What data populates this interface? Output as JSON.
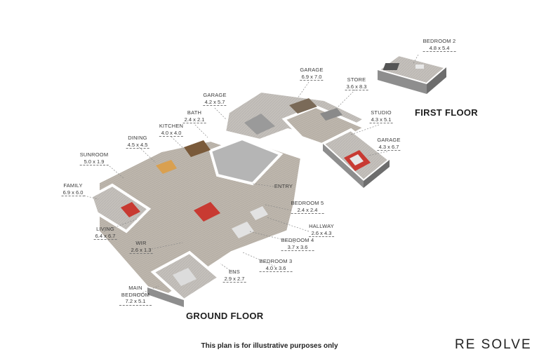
{
  "rooms": [
    {
      "name": "BEDROOM 2",
      "dims": "4.8 x 5.4"
    },
    {
      "name": "GARAGE",
      "dims": "6.9 x 7.0"
    },
    {
      "name": "STORE",
      "dims": "3.6 x 8.3"
    },
    {
      "name": "GARAGE",
      "dims": "4.2 x 5.7"
    },
    {
      "name": "BATH",
      "dims": "2.4 x 2.1"
    },
    {
      "name": "KITCHEN",
      "dims": "4.0 x 4.0"
    },
    {
      "name": "DINING",
      "dims": "4.5 x 4.5"
    },
    {
      "name": "STUDIO",
      "dims": "4.3 x 5.1"
    },
    {
      "name": "GARAGE",
      "dims": "4.3 x 6.7"
    },
    {
      "name": "SUNROOM",
      "dims": "5.0 x 1.9"
    },
    {
      "name": "FAMILY",
      "dims": "6.9 x 6.0"
    },
    {
      "name": "ENTRY",
      "dims": ""
    },
    {
      "name": "BEDROOM 5",
      "dims": "2.4 x 2.4"
    },
    {
      "name": "HALLWAY",
      "dims": "2.6 x 4.3"
    },
    {
      "name": "LIVING",
      "dims": "6.4 x 6.7"
    },
    {
      "name": "BEDROOM 4",
      "dims": "3.7 x 3.6"
    },
    {
      "name": "WIR",
      "dims": "2.6 x 1.3"
    },
    {
      "name": "BEDROOM 3",
      "dims": "4.0 x 3.6"
    },
    {
      "name": "ENS",
      "dims": "2.9 x 2.7"
    },
    {
      "name": "MAIN BEDROOM",
      "dims": "7.2 x 5.1"
    }
  ],
  "floors": {
    "first": "FIRST FLOOR",
    "ground": "GROUND FLOOR"
  },
  "disclaimer": "This plan is for illustrative purposes only",
  "brand": {
    "logo_text": "RE SOLVE",
    "colors": {
      "wall": "#ffffff",
      "floor": "#bcbcbc",
      "floor_dark": "#8c8c8c",
      "accent_red": "#c83a32"
    }
  }
}
